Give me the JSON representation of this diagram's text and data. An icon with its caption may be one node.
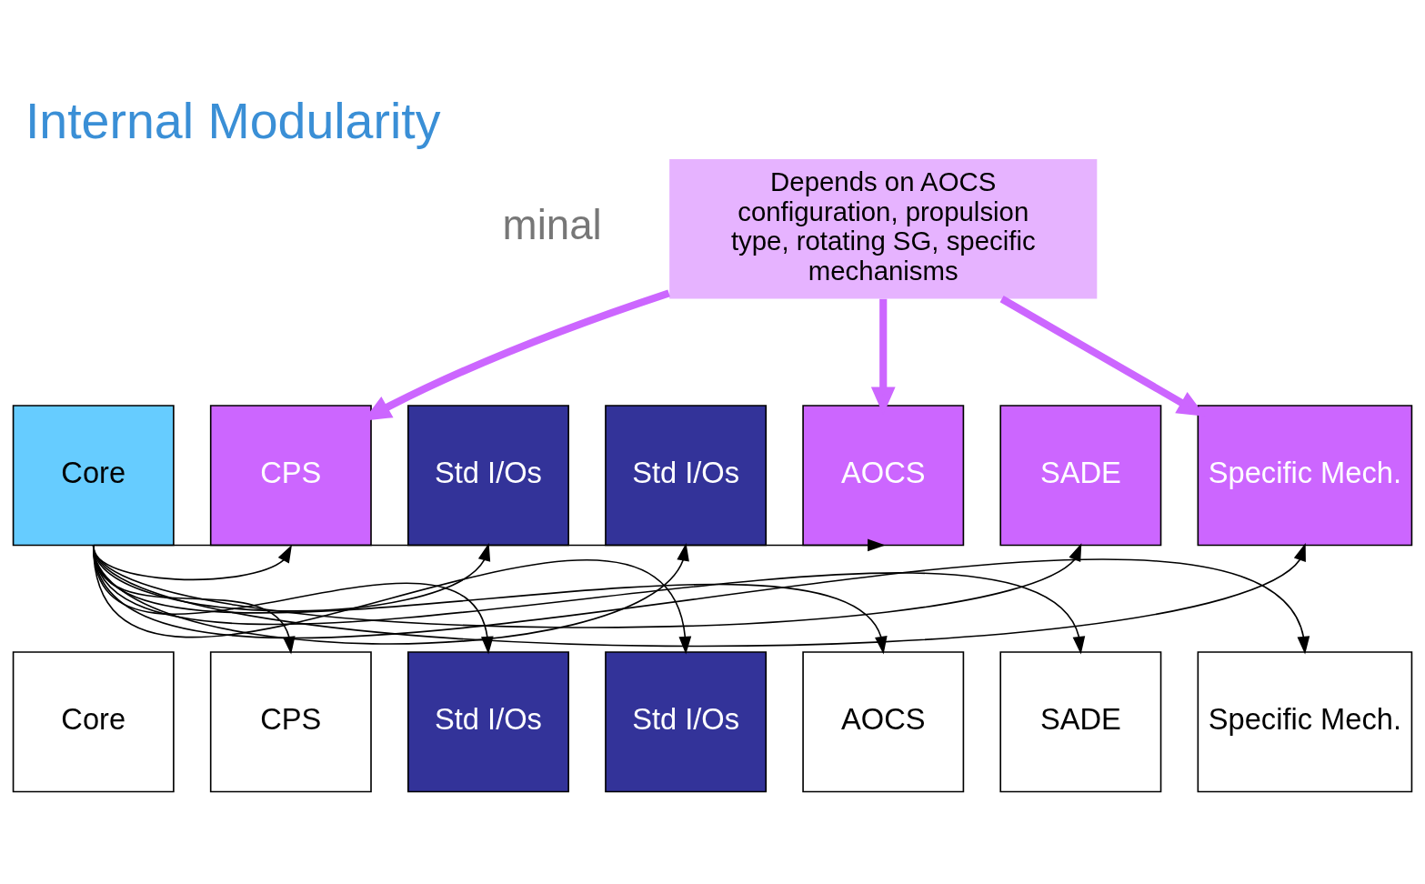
{
  "diagram": {
    "title": "Internal Modularity",
    "nodes": [
      {
        "text": [
          "Depends on AOCS configuration, propulsion type, rotating SG, specific mechanisms"
        ]
      },
      {
        "text": [
          "Core"
        ]
      },
      {
        "text": [
          "CPS"
        ]
      },
      {
        "text": [
          "Std I/Os"
        ]
      },
      {
        "text": [
          "Std I/Os"
        ]
      },
      {
        "text": [
          "AOCS"
        ]
      },
      {
        "text": [
          "SADE"
        ]
      },
      {
        "text": [
          "Specific Mech."
        ]
      },
      {
        "text": [
          "Core"
        ]
      },
      {
        "text": [
          "CPS"
        ]
      },
      {
        "text": [
          "Std I/Os"
        ]
      },
      {
        "text": [
          "Std I/Os"
        ]
      },
      {
        "text": [
          "AOCS"
        ]
      },
      {
        "text": [
          "SADE"
        ]
      },
      {
        "text": [
          "Specific Mech."
        ]
      }
    ],
    "edges": [
      {
        "from": 0,
        "to": 2,
        "arrow": "to",
        "style": "thick",
        "color": "#cc66ff"
      },
      {
        "from": 0,
        "to": 5,
        "arrow": "to",
        "style": "thick",
        "color": "#cc66ff"
      },
      {
        "from": 0,
        "to": 7,
        "arrow": "to",
        "style": "thick",
        "color": "#cc66ff"
      },
      {
        "from": 1,
        "to": 2,
        "arrow": "to"
      },
      {
        "from": 1,
        "to": 3,
        "arrow": "to"
      },
      {
        "from": 1,
        "to": 4,
        "arrow": "to"
      },
      {
        "from": 1,
        "to": 5,
        "arrow": "to"
      },
      {
        "from": 1,
        "to": 6,
        "arrow": "to"
      },
      {
        "from": 1,
        "to": 7,
        "arrow": "to"
      },
      {
        "from": 1,
        "to": 9,
        "arrow": "to"
      },
      {
        "from": 1,
        "to": 10,
        "arrow": "to"
      },
      {
        "from": 1,
        "to": 11,
        "arrow": "to"
      },
      {
        "from": 1,
        "to": 12,
        "arrow": "to"
      },
      {
        "from": 1,
        "to": 13,
        "arrow": "to"
      },
      {
        "from": 1,
        "to": 14,
        "arrow": "to"
      }
    ],
    "labels": [
      "minal"
    ]
  }
}
